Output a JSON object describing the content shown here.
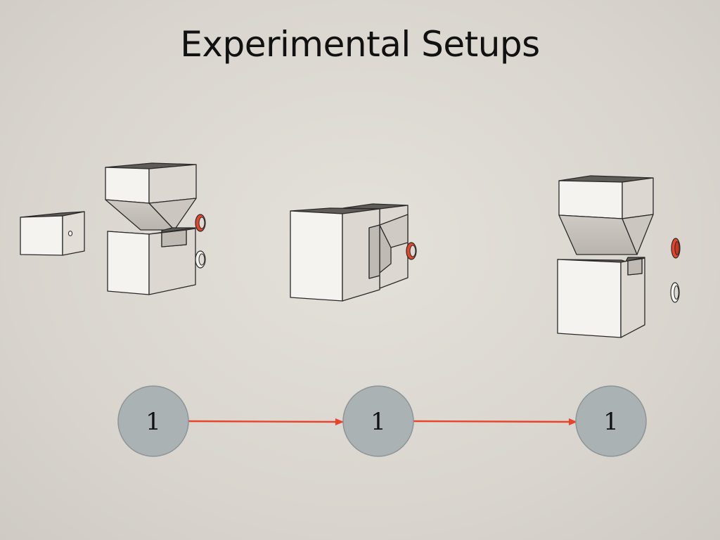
{
  "slide": {
    "title": "Experimental Setups"
  },
  "nodes": [
    {
      "id": "node-1",
      "label": "1"
    },
    {
      "id": "node-2",
      "label": "1"
    },
    {
      "id": "node-3",
      "label": "1"
    }
  ],
  "colors": {
    "background": "#dedad3",
    "block_face": "#f4f3f0",
    "block_side": "#dcd8d1",
    "block_dark": "#bfbab3",
    "block_top": "#5f5c58",
    "outline": "#2a2a2a",
    "ring_red": "#e5462b",
    "ring_white": "#f4f3f0",
    "node_fill": "#aab2b4",
    "node_stroke": "#8d9598",
    "arrow": "#e8442c",
    "title_text": "#111111"
  },
  "icons": [
    "red-ring-icon",
    "white-ring-icon"
  ]
}
